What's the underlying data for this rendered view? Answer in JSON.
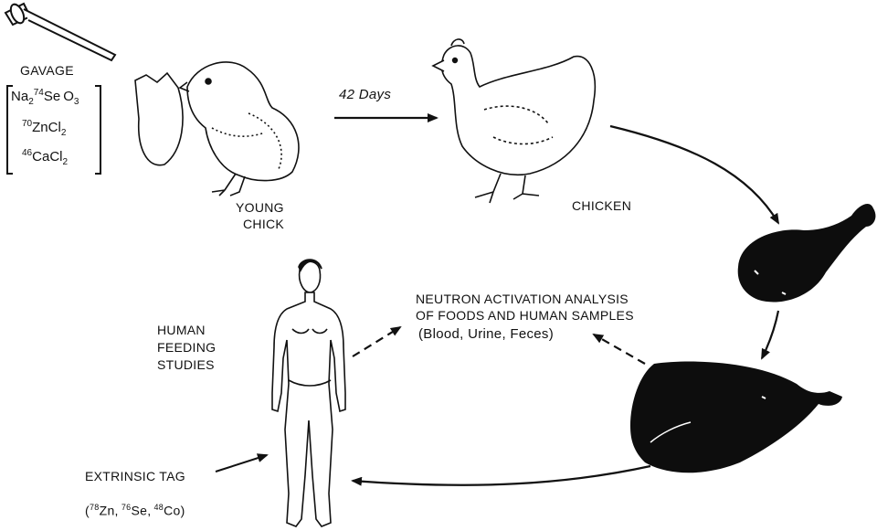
{
  "labels": {
    "gavage": "GAVAGE",
    "formula_1": "Na₂⁷⁴SeO₃",
    "formula_1_parts": {
      "a": "Na",
      "a_sub": "2",
      "b_sup": "74",
      "b": "Se",
      "c": "O",
      "c_sub": "3"
    },
    "formula_2_parts": {
      "a_sup": "70",
      "a": "Zn",
      "b": "Cl",
      "b_sub": "2"
    },
    "formula_3_parts": {
      "a_sup": "46",
      "a": "Ca",
      "b": "Cl",
      "b_sub": "2"
    },
    "days": "42 Days",
    "young_chick_line1": "YOUNG",
    "young_chick_line2": "CHICK",
    "chicken": "CHICKEN",
    "naa_line1": "NEUTRON ACTIVATION ANALYSIS",
    "naa_line2": "OF FOODS AND HUMAN SAMPLES",
    "naa_line3": "(Blood, Urine, Feces)",
    "human_line1": "HUMAN",
    "human_line2": "FEEDING",
    "human_line3": "STUDIES",
    "extrinsic": "EXTRINSIC TAG",
    "extrinsic_parts": {
      "open": "(",
      "s1": "78",
      "e1": "Zn",
      "s2": "76",
      "e2": "Se",
      "s3": "48",
      "e3": "Co",
      "close": ")"
    }
  },
  "colors": {
    "ink": "#111111",
    "background": "#ffffff",
    "shadow_fill": "#0d0d0d"
  }
}
